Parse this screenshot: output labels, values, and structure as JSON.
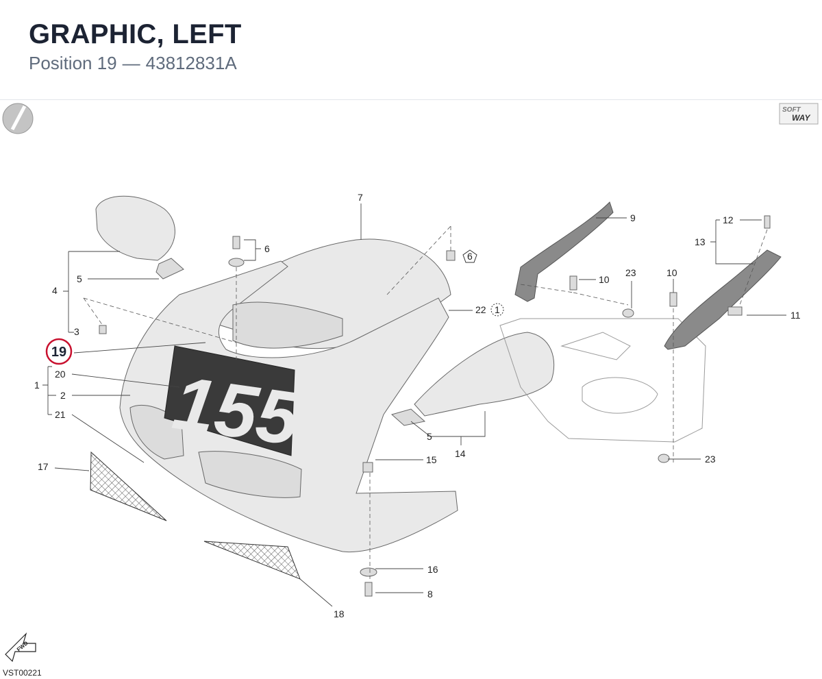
{
  "header": {
    "title": "GRAPHIC, LEFT",
    "position_label": "Position 19",
    "separator": "—",
    "part_number": "43812831A"
  },
  "diagram": {
    "brand_logo": "SOFT WAY",
    "brand_logo_line1": "SOFT",
    "brand_logo_line2": "WAY",
    "fwd_label": "FWD",
    "drawing_code": "VST00221",
    "highlighted_callout": "19",
    "highlight_color": "#c8102e",
    "race_number": "155",
    "callouts": [
      "1",
      "2",
      "3",
      "4",
      "5",
      "5",
      "6",
      "7",
      "8",
      "9",
      "10",
      "10",
      "11",
      "12",
      "13",
      "14",
      "15",
      "16",
      "17",
      "18",
      "19",
      "20",
      "21",
      "22",
      "23",
      "23"
    ],
    "reference_marks": [
      "1",
      "6"
    ]
  }
}
